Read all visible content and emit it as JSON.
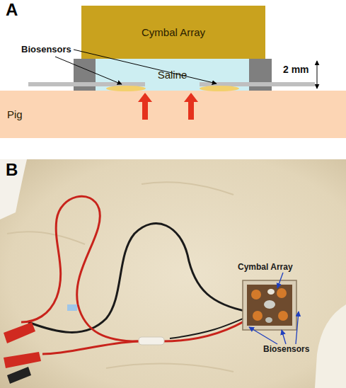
{
  "diagram": {
    "nodes": [
      {
        "text": [
          "Cymbal Array"
        ]
      },
      {
        "text": [
          "Saline"
        ]
      },
      {
        "text": [
          "Pig"
        ]
      }
    ],
    "labels": [
      "A",
      "Biosensors",
      "2 mm",
      "B",
      "Cymbal Array",
      "Biosensors"
    ]
  }
}
